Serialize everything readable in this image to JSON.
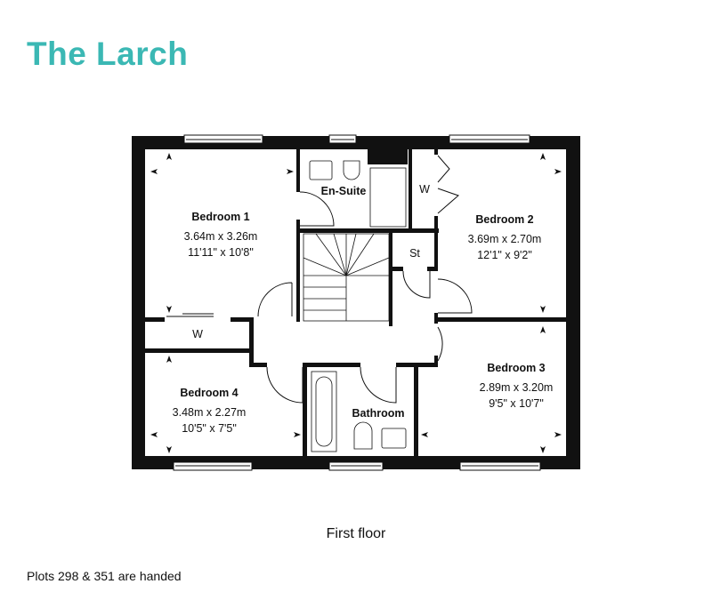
{
  "title": "The Larch",
  "floor_label": "First floor",
  "note": "Plots 298 & 351 are handed",
  "colors": {
    "title": "#3bb8b4",
    "walls": "#111111"
  },
  "rooms": {
    "bedroom1": {
      "name": "Bedroom 1",
      "metric": "3.64m x 3.26m",
      "imperial": "11'11\" x 10'8\""
    },
    "bedroom2": {
      "name": "Bedroom 2",
      "metric": "3.69m x 2.70m",
      "imperial": "12'1\" x 9'2\""
    },
    "bedroom3": {
      "name": "Bedroom 3",
      "metric": "2.89m x 3.20m",
      "imperial": "9'5\" x 10'7\""
    },
    "bedroom4": {
      "name": "Bedroom 4",
      "metric": "3.48m x 2.27m",
      "imperial": "10'5\" x 7'5\""
    },
    "ensuite": {
      "name": "En-Suite"
    },
    "bathroom": {
      "name": "Bathroom"
    },
    "store": {
      "name": "St"
    },
    "wardrobe1": {
      "name": "W"
    },
    "wardrobe2": {
      "name": "W"
    }
  }
}
